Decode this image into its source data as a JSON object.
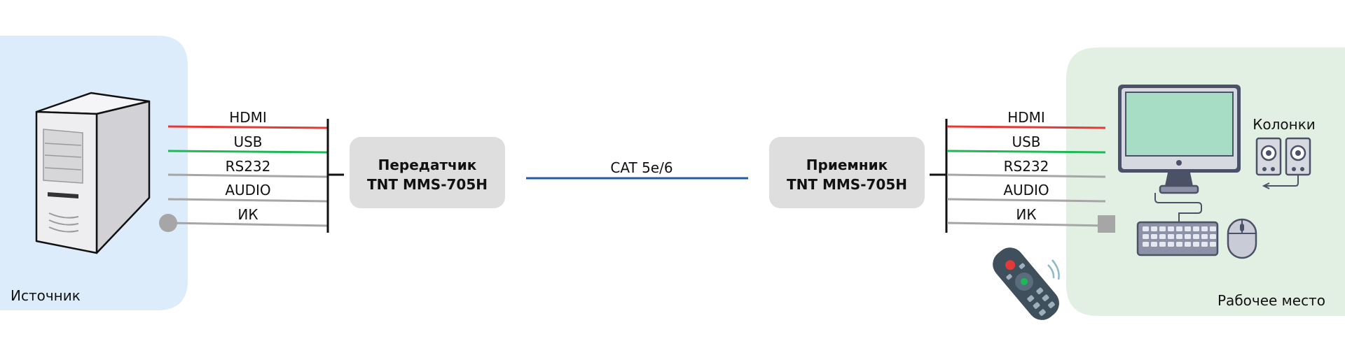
{
  "source_zone": {
    "label": "Источник",
    "color": "#dcecfb"
  },
  "workplace_zone": {
    "label": "Рабочее место",
    "color": "#e1f0e3"
  },
  "signals": [
    {
      "label": "HDMI",
      "color": "#e53935"
    },
    {
      "label": "USB",
      "color": "#1db954"
    },
    {
      "label": "RS232",
      "color": "#a6a6a6"
    },
    {
      "label": "AUDIO",
      "color": "#a6a6a6"
    },
    {
      "label": "ИК",
      "color": "#a6a6a6"
    }
  ],
  "transmitter": {
    "line1": "Передатчик",
    "line2": "TNT MMS-705H",
    "color": "#dedede"
  },
  "receiver": {
    "line1": "Приемник",
    "line2": "TNT MMS-705H",
    "color": "#dedede"
  },
  "link": {
    "label": "CAT 5e/6",
    "color": "#1f5ba8"
  },
  "speakers": {
    "label": "Колонки"
  },
  "icons": {
    "source": "pc-tower-icon",
    "monitor": "monitor-icon",
    "speakers": "speakers-icon",
    "keyboard": "keyboard-icon",
    "mouse": "mouse-icon",
    "remote": "remote-control-icon",
    "ir_emitter": "ir-emitter-icon",
    "ir_receiver": "ir-receiver-icon"
  }
}
